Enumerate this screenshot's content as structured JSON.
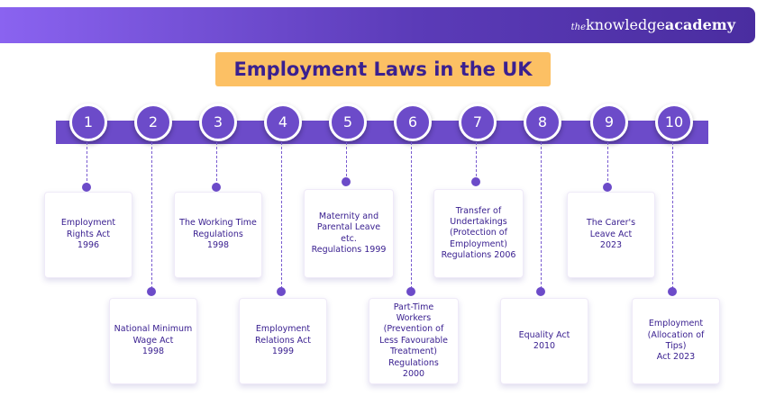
{
  "header": {
    "brand_the": "the",
    "brand_knowledge": "knowledge",
    "brand_academy": "academy"
  },
  "title": "Employment Laws in the UK",
  "steps": [
    {
      "number": "1",
      "label": "Employment\nRights Act\n1996"
    },
    {
      "number": "2",
      "label": "National Minimum\nWage Act\n1998"
    },
    {
      "number": "3",
      "label": "The Working Time\nRegulations\n1998"
    },
    {
      "number": "4",
      "label": "Employment\nRelations Act\n1999"
    },
    {
      "number": "5",
      "label": "Maternity and\nParental Leave etc.\nRegulations 1999"
    },
    {
      "number": "6",
      "label": "Part-Time\nWorkers\n(Prevention of\nLess Favourable\nTreatment)\nRegulations\n2000"
    },
    {
      "number": "7",
      "label": "Transfer of\nUndertakings\n(Protection of\nEmployment)\nRegulations 2006"
    },
    {
      "number": "8",
      "label": "Equality Act\n2010"
    },
    {
      "number": "9",
      "label": "The Carer's\nLeave Act\n2023"
    },
    {
      "number": "10",
      "label": "Employment\n(Allocation of Tips)\nAct 2023"
    }
  ]
}
